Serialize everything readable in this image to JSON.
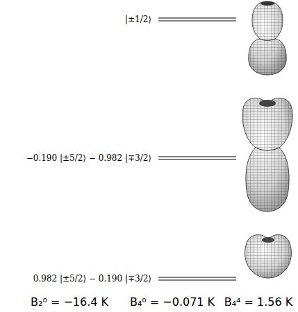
{
  "diagram": {
    "labels": [
      "|±1/2⟩",
      "−0.190 |±5/2⟩ − 0.982 |∓3/2⟩",
      "0.982 |±5/2⟩ − 0.190 |∓3/2⟩",
      "B₂⁰ = −16.4 K",
      "B₄⁰ = −0.071 K",
      "B₄⁴ = 1.56 K"
    ]
  }
}
